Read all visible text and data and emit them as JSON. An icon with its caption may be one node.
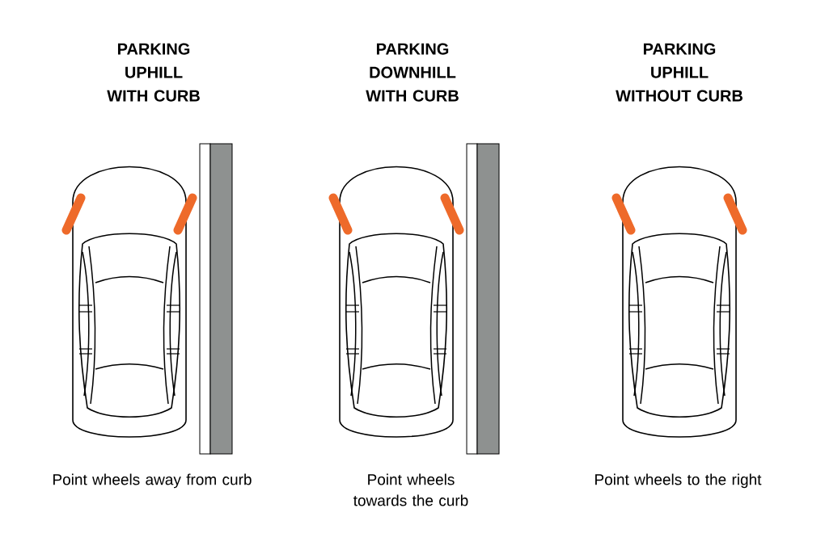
{
  "diagram": {
    "labels": [
      "PARKING UPHILL WITH CURB",
      "PARKING DOWNHILL WITH CURB",
      "PARKING UPHILL WITHOUT CURB",
      "Point wheels away from curb",
      "Point wheels towards the curb",
      "Point wheels to the right"
    ]
  }
}
